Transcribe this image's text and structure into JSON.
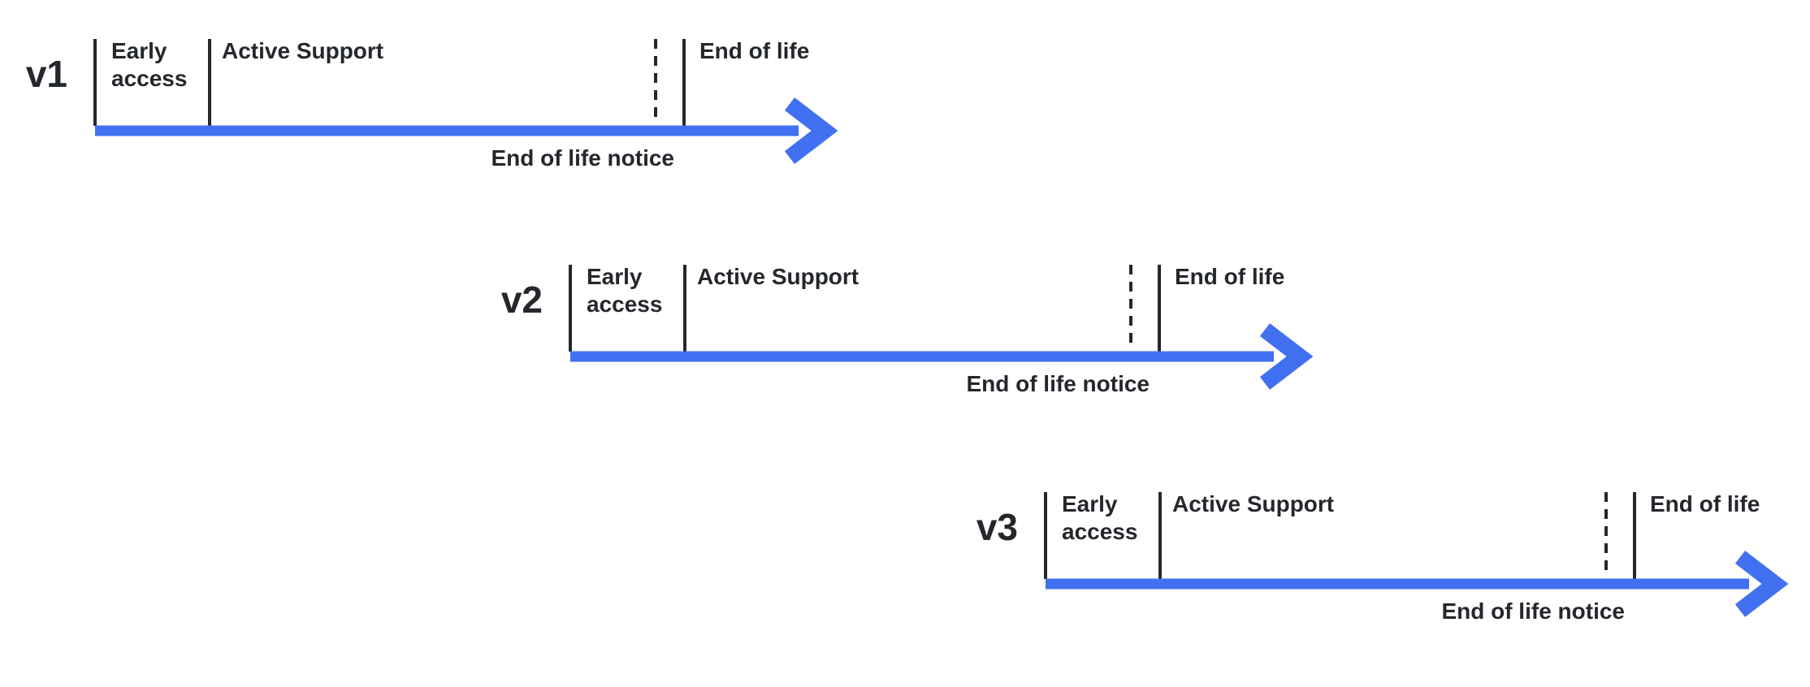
{
  "colors": {
    "arrow_blue": "#4170F0",
    "ink": "#24282D"
  },
  "timelines": [
    {
      "version": "v1",
      "phases": {
        "early_access": "Early access",
        "active_support": "Active Support",
        "end_of_life": "End of life",
        "end_of_life_notice": "End of life notice"
      }
    },
    {
      "version": "v2",
      "phases": {
        "early_access": "Early access",
        "active_support": "Active Support",
        "end_of_life": "End of life",
        "end_of_life_notice": "End of life notice"
      }
    },
    {
      "version": "v3",
      "phases": {
        "early_access": "Early access",
        "active_support": "Active Support",
        "end_of_life": "End of life",
        "end_of_life_notice": "End of life notice"
      }
    }
  ]
}
